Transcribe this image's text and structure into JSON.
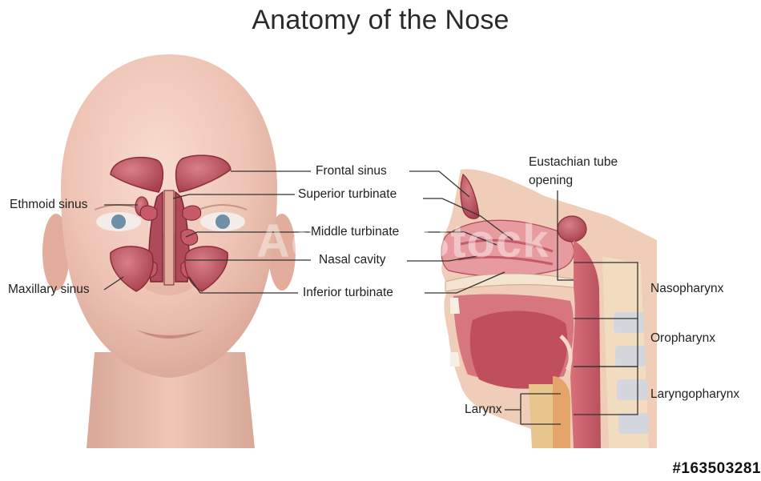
{
  "title": "Anatomy of the Nose",
  "labels": {
    "frontal_sinus": "Frontal sinus",
    "superior_turbinate": "Superior turbinate",
    "middle_turbinate": "Middle turbinate",
    "nasal_cavity": "Nasal cavity",
    "inferior_turbinate": "Inferior turbinate",
    "ethmoid_sinus": "Ethmoid sinus",
    "maxillary_sinus": "Maxillary sinus",
    "eustachian_tube_line1": "Eustachian tube",
    "eustachian_tube_line2": "opening",
    "nasopharynx": "Nasopharynx",
    "oropharynx": "Oropharynx",
    "laryngopharynx": "Laryngopharynx",
    "larynx": "Larynx"
  },
  "watermark": "Adobe Stock",
  "stock_id": "#163503281",
  "colors": {
    "skin": "#eec3b4",
    "skin_shadow": "#d99f8f",
    "sinus": "#c25a66",
    "sinus_dark": "#8e2c3a",
    "tissue": "#e89a98",
    "bone": "#f2dcc0"
  }
}
